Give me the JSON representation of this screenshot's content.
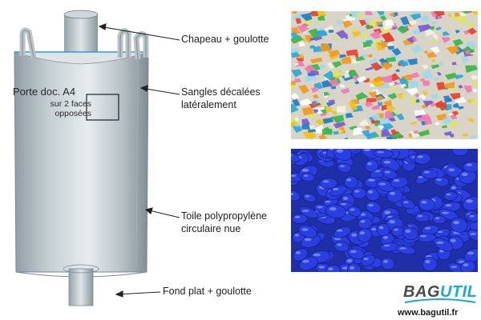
{
  "callouts": {
    "chapeau": "Chapeau  + goulotte",
    "sangles_line1": "Sangles décalées",
    "sangles_line2": "latéralement",
    "toile_line1": "Toile polypropylène",
    "toile_line2": "circulaire nue",
    "fond": "Fond plat + goulotte"
  },
  "document_pocket": {
    "title": "Porte doc. A4",
    "sub_line1": "sur 2 faces",
    "sub_line2": "opposées"
  },
  "brand": {
    "name_part1": "BAG",
    "name_part2": "UTIL",
    "website": "www.bagutil.fr",
    "accent_color": "#1aa8d8"
  },
  "photos": {
    "top": "colorful-plastic-flakes",
    "bottom": "blue-plastic-pellets",
    "pellet_color": "#2b3fe0"
  }
}
